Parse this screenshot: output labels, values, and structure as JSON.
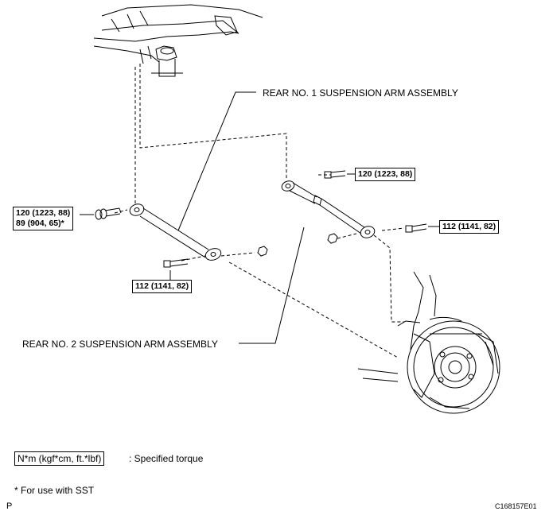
{
  "labels": {
    "arm1": "REAR NO. 1 SUSPENSION ARM ASSEMBLY",
    "arm2": "REAR NO. 2 SUSPENSION ARM ASSEMBLY"
  },
  "torque": {
    "left_bolt_line1": "120 (1223, 88)",
    "left_bolt_line2": "89 (904, 65)*",
    "arm1_outer_bolt": "112 (1141, 82)",
    "arm2_inner_bolt": "120 (1223, 88)",
    "arm2_outer_bolt": "112 (1141, 82)"
  },
  "legend": {
    "unit": "N*m (kgf*cm, ft.*lbf)",
    "unit_desc": ": Specified torque",
    "sst_note": "* For use with SST"
  },
  "footer": {
    "left_mark": "P",
    "figure_id": "C168157E01"
  }
}
